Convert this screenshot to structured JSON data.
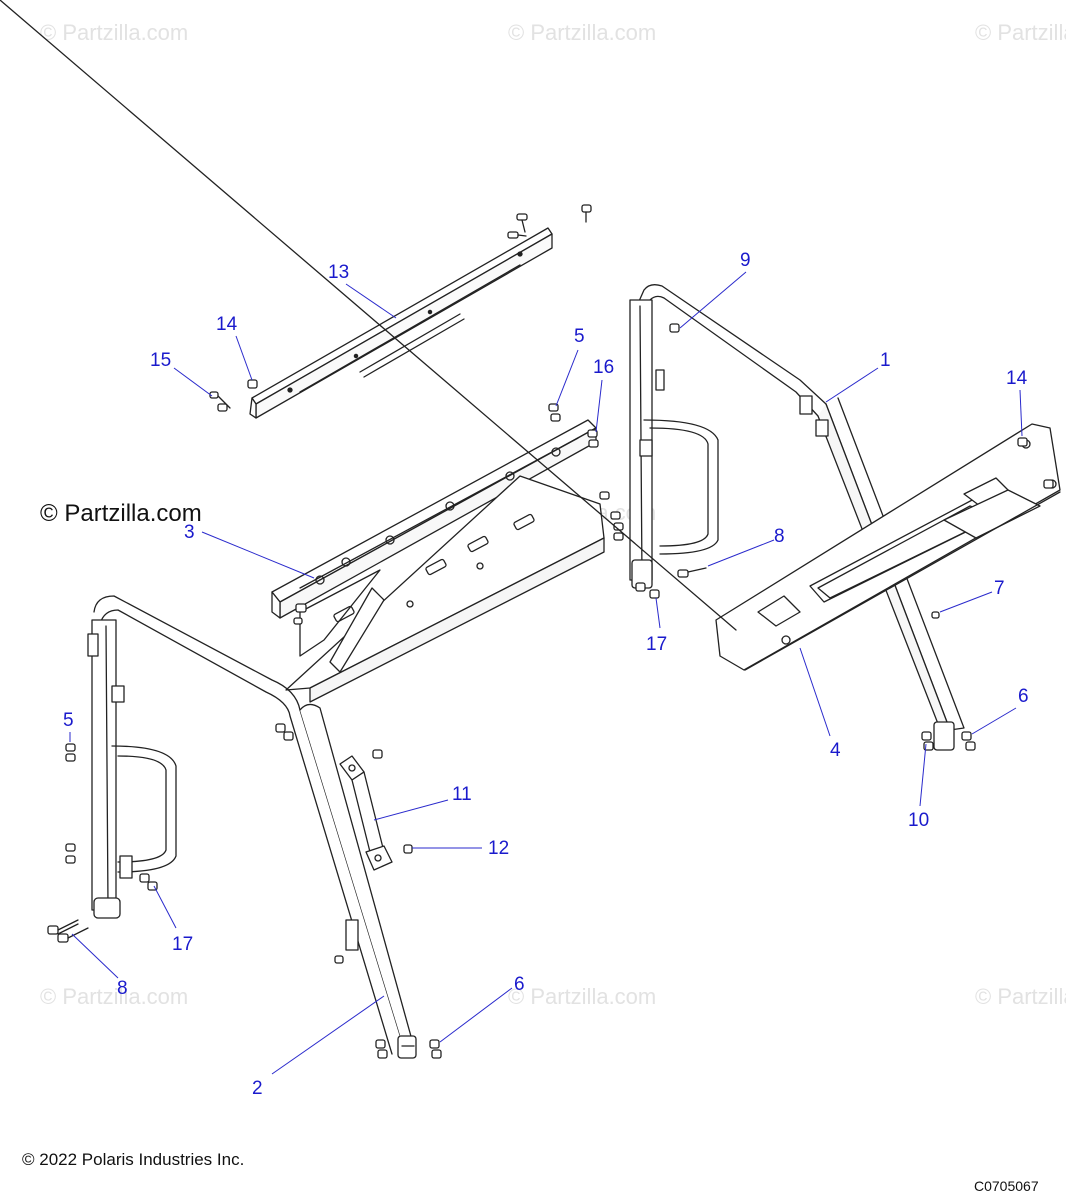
{
  "watermark_text": "© Partzilla.com",
  "main_watermark": "© Partzilla.com",
  "copyright": "© 2022 Polaris Industries Inc.",
  "drawing_id": "C0705067",
  "colors": {
    "callout": "#1a1acc",
    "leader": "#2a2acc",
    "line": "#222222",
    "watermark": "#e2e2e2"
  },
  "callouts": [
    {
      "label": "1"
    },
    {
      "label": "2"
    },
    {
      "label": "3"
    },
    {
      "label": "4"
    },
    {
      "label": "5"
    },
    {
      "label": "5"
    },
    {
      "label": "6"
    },
    {
      "label": "6"
    },
    {
      "label": "7"
    },
    {
      "label": "8"
    },
    {
      "label": "8"
    },
    {
      "label": "9"
    },
    {
      "label": "10"
    },
    {
      "label": "11"
    },
    {
      "label": "12"
    },
    {
      "label": "13"
    },
    {
      "label": "14"
    },
    {
      "label": "14"
    },
    {
      "label": "15"
    },
    {
      "label": "16"
    },
    {
      "label": "17"
    },
    {
      "label": "17"
    }
  ]
}
